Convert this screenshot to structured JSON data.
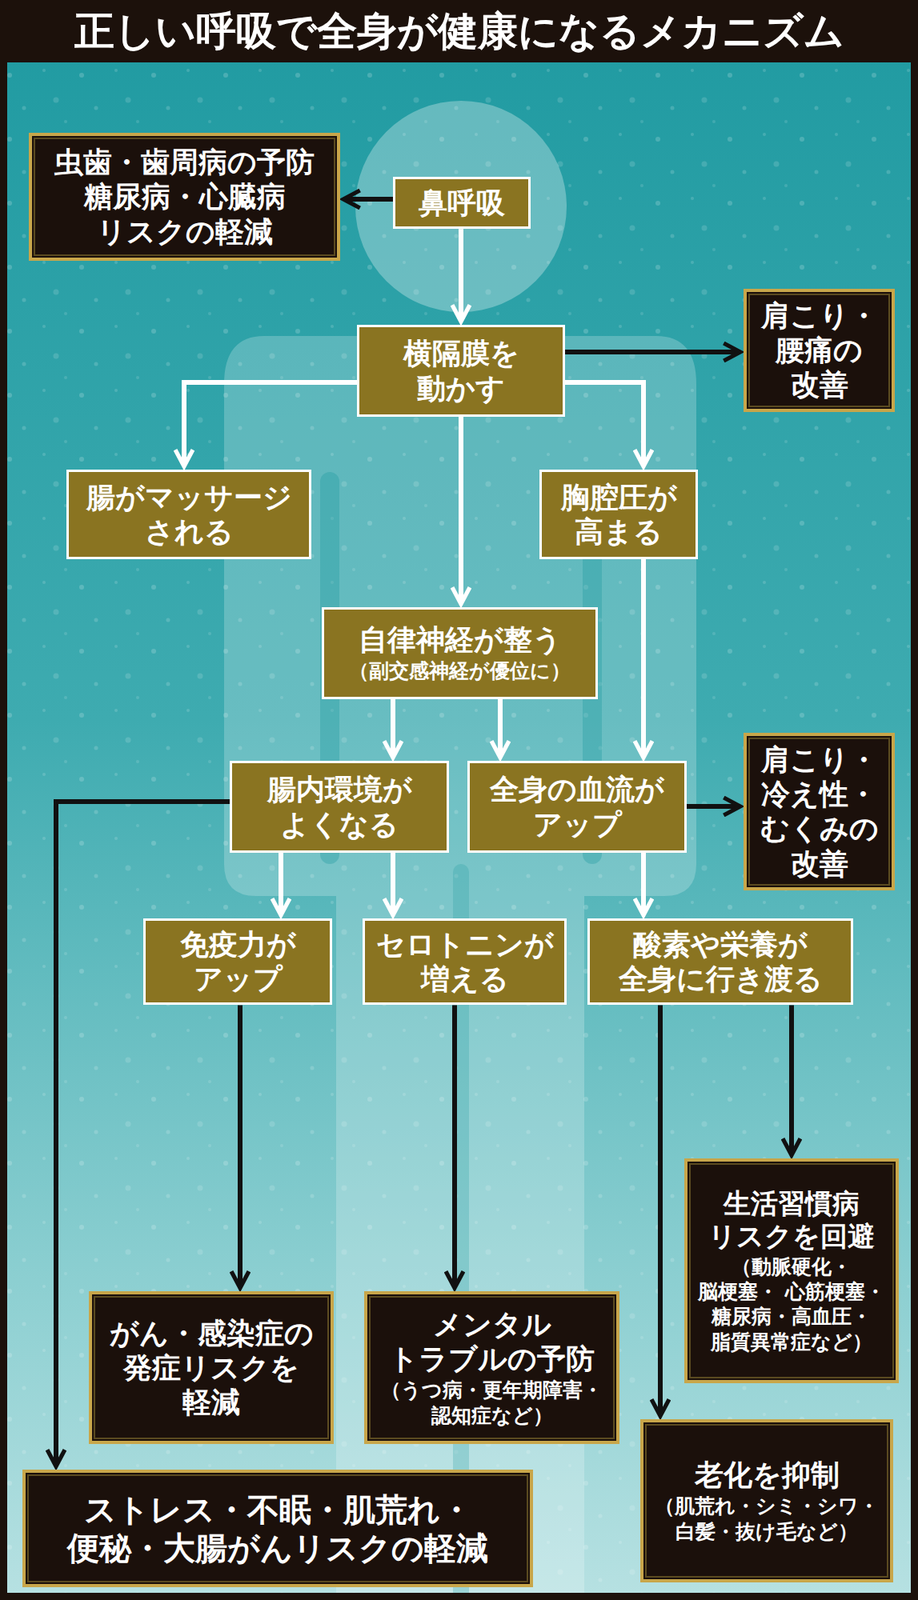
{
  "diagram": {
    "title": "正しい呼吸で全身が健康になるメカニズム",
    "nodes": [
      {
        "text": [
          "鼻呼吸"
        ]
      },
      {
        "text": [
          "虫歯・歯周病の予防 糖尿病・心臓病 リスクの軽減"
        ]
      },
      {
        "text": [
          "横隔膜を 動かす"
        ]
      },
      {
        "text": [
          "肩こり・ 腰痛の 改善"
        ]
      },
      {
        "text": [
          "腸がマッサージ される"
        ]
      },
      {
        "text": [
          "胸腔圧が 高まる"
        ]
      },
      {
        "text": [
          "自律神経が整う",
          "（副交感神経が優位に）"
        ]
      },
      {
        "text": [
          "腸内環境が よくなる"
        ]
      },
      {
        "text": [
          "全身の血流が アップ"
        ]
      },
      {
        "text": [
          "肩こり・ 冷え性・ むくみの 改善"
        ]
      },
      {
        "text": [
          "免疫力が アップ"
        ]
      },
      {
        "text": [
          "セロトニンが 増える"
        ]
      },
      {
        "text": [
          "酸素や栄養が 全身に行き渡る"
        ]
      },
      {
        "text": [
          "生活習慣病 リスクを回避",
          "（動脈硬化・ 脳梗塞・ 心筋梗塞・ 糖尿病・高血圧・ 脂質異常症など）"
        ]
      },
      {
        "text": [
          "がん・感染症の 発症リスクを 軽減"
        ]
      },
      {
        "text": [
          "メンタル トラブルの予防",
          "（うつ病・更年期障害・ 認知症など）"
        ]
      },
      {
        "text": [
          "老化を抑制",
          "（肌荒れ・シミ・シワ・ 白髪・抜け毛など）"
        ]
      },
      {
        "text": [
          "ストレス・不眠・肌荒れ・ 便秘・大腸がんリスクの軽減"
        ]
      }
    ],
    "edges": [
      {
        "from": 0,
        "to": 1,
        "arrow": "to"
      },
      {
        "from": 0,
        "to": 2,
        "arrow": "to"
      },
      {
        "from": 2,
        "to": 3,
        "arrow": "to"
      },
      {
        "from": 2,
        "to": 4,
        "arrow": "to"
      },
      {
        "from": 2,
        "to": 5,
        "arrow": "to"
      },
      {
        "from": 2,
        "to": 6,
        "arrow": "to"
      },
      {
        "from": 6,
        "to": 7,
        "arrow": "to"
      },
      {
        "from": 6,
        "to": 8,
        "arrow": "to"
      },
      {
        "from": 5,
        "to": 8,
        "arrow": "to"
      },
      {
        "from": 8,
        "to": 9,
        "arrow": "to"
      },
      {
        "from": 7,
        "to": 17,
        "arrow": "to"
      },
      {
        "from": 7,
        "to": 10,
        "arrow": "to"
      },
      {
        "from": 7,
        "to": 11,
        "arrow": "to"
      },
      {
        "from": 8,
        "to": 12,
        "arrow": "to"
      },
      {
        "from": 10,
        "to": 14,
        "arrow": "to"
      },
      {
        "from": 11,
        "to": 15,
        "arrow": "to"
      },
      {
        "from": 12,
        "to": 13,
        "arrow": "to"
      },
      {
        "from": 12,
        "to": 16,
        "arrow": "to"
      }
    ]
  }
}
